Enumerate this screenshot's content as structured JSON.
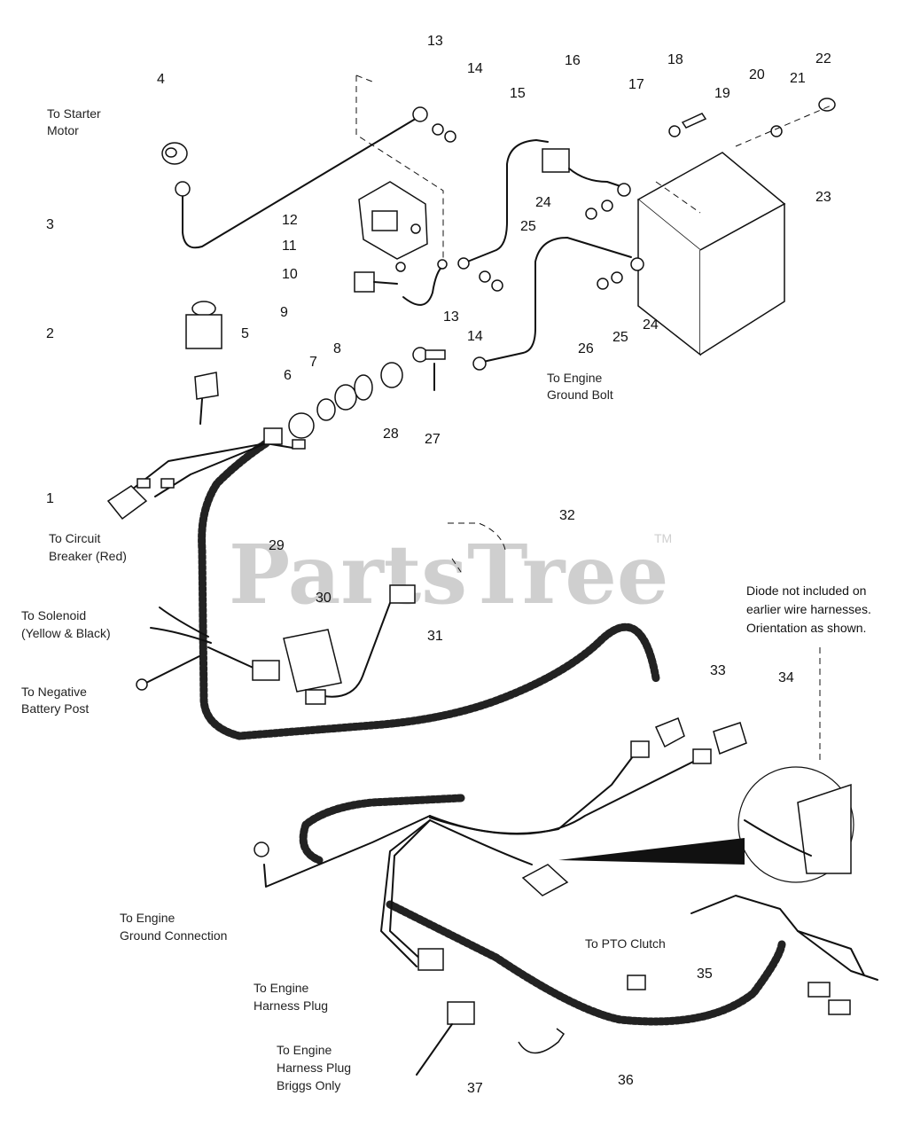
{
  "watermark": {
    "brand": "PartsTree",
    "trademark": "TM"
  },
  "part_numbers": [
    {
      "id": "p1",
      "text": "1"
    },
    {
      "id": "p2",
      "text": "2"
    },
    {
      "id": "p3",
      "text": "3"
    },
    {
      "id": "p4",
      "text": "4"
    },
    {
      "id": "p5",
      "text": "5"
    },
    {
      "id": "p6",
      "text": "6"
    },
    {
      "id": "p7",
      "text": "7"
    },
    {
      "id": "p8",
      "text": "8"
    },
    {
      "id": "p9",
      "text": "9"
    },
    {
      "id": "p10",
      "text": "10"
    },
    {
      "id": "p11",
      "text": "11"
    },
    {
      "id": "p12",
      "text": "12"
    },
    {
      "id": "p13a",
      "text": "13"
    },
    {
      "id": "p13b",
      "text": "13"
    },
    {
      "id": "p14a",
      "text": "14"
    },
    {
      "id": "p14b",
      "text": "14"
    },
    {
      "id": "p15",
      "text": "15"
    },
    {
      "id": "p16",
      "text": "16"
    },
    {
      "id": "p17",
      "text": "17"
    },
    {
      "id": "p18",
      "text": "18"
    },
    {
      "id": "p19",
      "text": "19"
    },
    {
      "id": "p20",
      "text": "20"
    },
    {
      "id": "p21",
      "text": "21"
    },
    {
      "id": "p22",
      "text": "22"
    },
    {
      "id": "p23",
      "text": "23"
    },
    {
      "id": "p24a",
      "text": "24"
    },
    {
      "id": "p24b",
      "text": "24"
    },
    {
      "id": "p25a",
      "text": "25"
    },
    {
      "id": "p25b",
      "text": "25"
    },
    {
      "id": "p26",
      "text": "26"
    },
    {
      "id": "p27",
      "text": "27"
    },
    {
      "id": "p28",
      "text": "28"
    },
    {
      "id": "p29",
      "text": "29"
    },
    {
      "id": "p30",
      "text": "30"
    },
    {
      "id": "p31",
      "text": "31"
    },
    {
      "id": "p32",
      "text": "32"
    },
    {
      "id": "p33",
      "text": "33"
    },
    {
      "id": "p34",
      "text": "34"
    },
    {
      "id": "p35",
      "text": "35"
    },
    {
      "id": "p36",
      "text": "36"
    },
    {
      "id": "p37",
      "text": "37"
    }
  ],
  "callouts": {
    "starter_motor": [
      "To Starter",
      "Motor"
    ],
    "engine_ground_bolt": [
      "To Engine",
      "Ground Bolt"
    ],
    "circuit_breaker": [
      "To Circuit",
      "Breaker (Red)"
    ],
    "solenoid": [
      "To Solenoid",
      "(Yellow & Black)"
    ],
    "negative_battery": [
      "To Negative",
      "Battery Post"
    ],
    "engine_ground_connection": [
      "To Engine",
      "Ground Connection"
    ],
    "engine_harness_plug": [
      "To Engine",
      "Harness Plug"
    ],
    "engine_harness_plug_briggs": [
      "To Engine",
      "Harness Plug",
      "Briggs Only"
    ],
    "pto_clutch": "To PTO Clutch"
  },
  "diode_note": [
    "Diode not included on",
    "earlier wire harnesses.",
    "Orientation as shown."
  ]
}
